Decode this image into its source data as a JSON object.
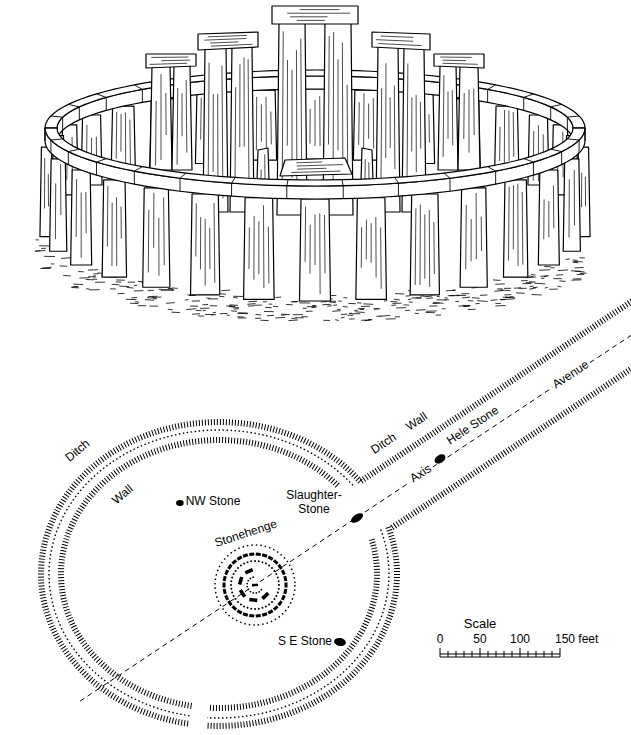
{
  "diagram": {
    "labels": [
      "Ditch",
      "Wall",
      "NW Stone",
      "Stonehenge",
      "Slaughter-Stone",
      "Axis",
      "Ditch",
      "Wall",
      "Hele Stone",
      "Avenue",
      "S E Stone",
      "Scale",
      "0",
      "50",
      "100",
      "150 feet"
    ]
  }
}
